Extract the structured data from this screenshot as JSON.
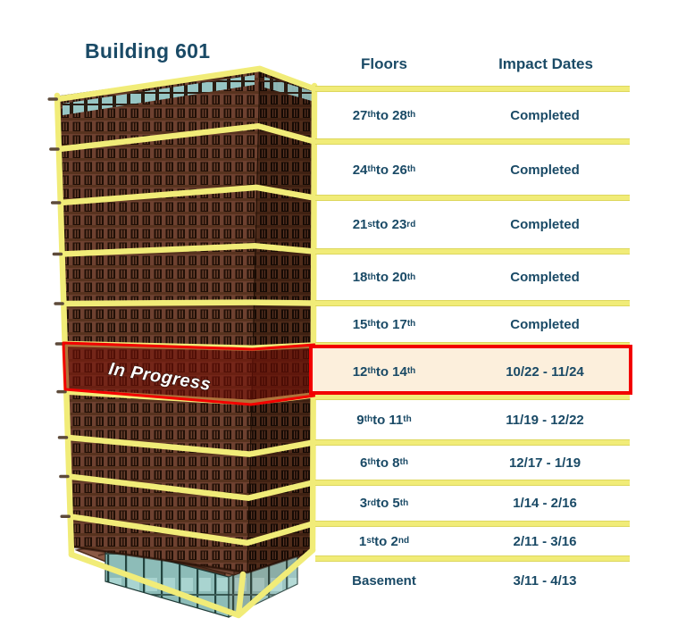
{
  "title": "Building 601",
  "building": {
    "in_progress_label": "In Progress"
  },
  "table": {
    "headers": {
      "floors": "Floors",
      "impact_dates": "Impact Dates"
    },
    "rows": [
      {
        "floors": "27th to 28th",
        "impact": "Completed",
        "status": "completed"
      },
      {
        "floors": "24th to 26th",
        "impact": "Completed",
        "status": "completed"
      },
      {
        "floors": "21st to 23rd",
        "impact": "Completed",
        "status": "completed"
      },
      {
        "floors": "18th to 20th",
        "impact": "Completed",
        "status": "completed"
      },
      {
        "floors": "15th to 17th",
        "impact": "Completed",
        "status": "completed"
      },
      {
        "floors": "12th to 14th",
        "impact": "10/22 - 11/24",
        "status": "in_progress"
      },
      {
        "floors": "9th to 11th",
        "impact": "11/19 - 12/22",
        "status": "scheduled"
      },
      {
        "floors": "6th to 8th",
        "impact": "12/17 - 1/19",
        "status": "scheduled"
      },
      {
        "floors": "3rd to 5th",
        "impact": "1/14 - 2/16",
        "status": "scheduled"
      },
      {
        "floors": "1st to 2nd",
        "impact": "2/11 - 3/16",
        "status": "scheduled"
      },
      {
        "floors": "Basement",
        "impact": "3/11 - 4/13",
        "status": "scheduled"
      }
    ]
  },
  "colors": {
    "heading_navy": "#1a4a66",
    "band_yellow": "#f1ec78",
    "highlight_red": "#f20000",
    "highlight_row_bg": "#fcefdc",
    "building_brown": "#6e4130",
    "glass_teal": "#97c6c4"
  }
}
